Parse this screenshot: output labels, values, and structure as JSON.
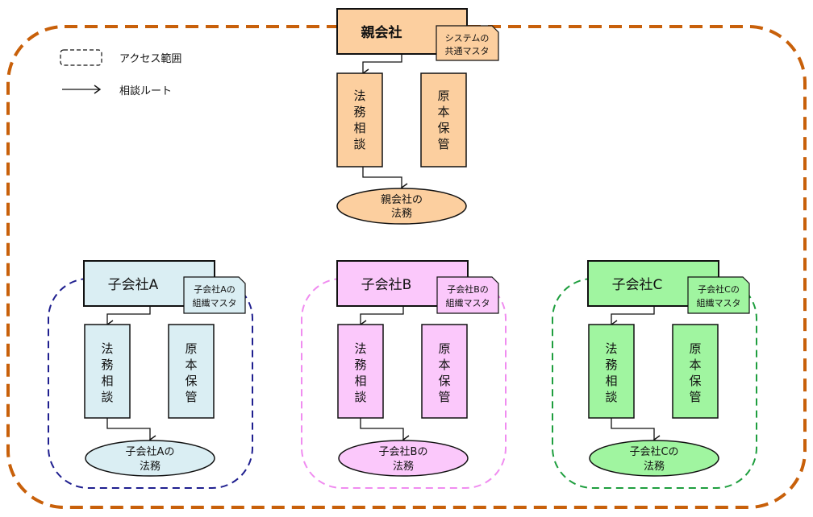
{
  "legend": {
    "access_scope_label": "アクセス範囲",
    "consult_route_label": "相談ルート"
  },
  "colors": {
    "parent_fill": "#FCCF9F",
    "parent_scope": "#C8600A",
    "a_fill": "#DAEEF3",
    "a_scope": "#1F1F8F",
    "b_fill": "#FBC8FB",
    "b_scope": "#F08CF0",
    "c_fill": "#A0F5A0",
    "c_scope": "#1E9E3E",
    "stroke": "#111111"
  },
  "parent": {
    "name": "親会社",
    "note_lines": [
      "システムの",
      "共通マスタ"
    ],
    "consult_chars": [
      "法",
      "務",
      "相",
      "談"
    ],
    "storage_chars": [
      "原",
      "本",
      "保",
      "管"
    ],
    "legal_lines": [
      "親会社の",
      "法務"
    ]
  },
  "subsidiaries": [
    {
      "key": "a",
      "name": "子会社A",
      "note_lines": [
        "子会社Aの",
        "組織マスタ"
      ],
      "consult_chars": [
        "法",
        "務",
        "相",
        "談"
      ],
      "storage_chars": [
        "原",
        "本",
        "保",
        "管"
      ],
      "legal_lines": [
        "子会社Aの",
        "法務"
      ]
    },
    {
      "key": "b",
      "name": "子会社B",
      "note_lines": [
        "子会社Bの",
        "組織マスタ"
      ],
      "consult_chars": [
        "法",
        "務",
        "相",
        "談"
      ],
      "storage_chars": [
        "原",
        "本",
        "保",
        "管"
      ],
      "legal_lines": [
        "子会社Bの",
        "法務"
      ]
    },
    {
      "key": "c",
      "name": "子会社C",
      "note_lines": [
        "子会社Cの",
        "組織マスタ"
      ],
      "consult_chars": [
        "法",
        "務",
        "相",
        "談"
      ],
      "storage_chars": [
        "原",
        "本",
        "保",
        "管"
      ],
      "legal_lines": [
        "子会社Cの",
        "法務"
      ]
    }
  ]
}
